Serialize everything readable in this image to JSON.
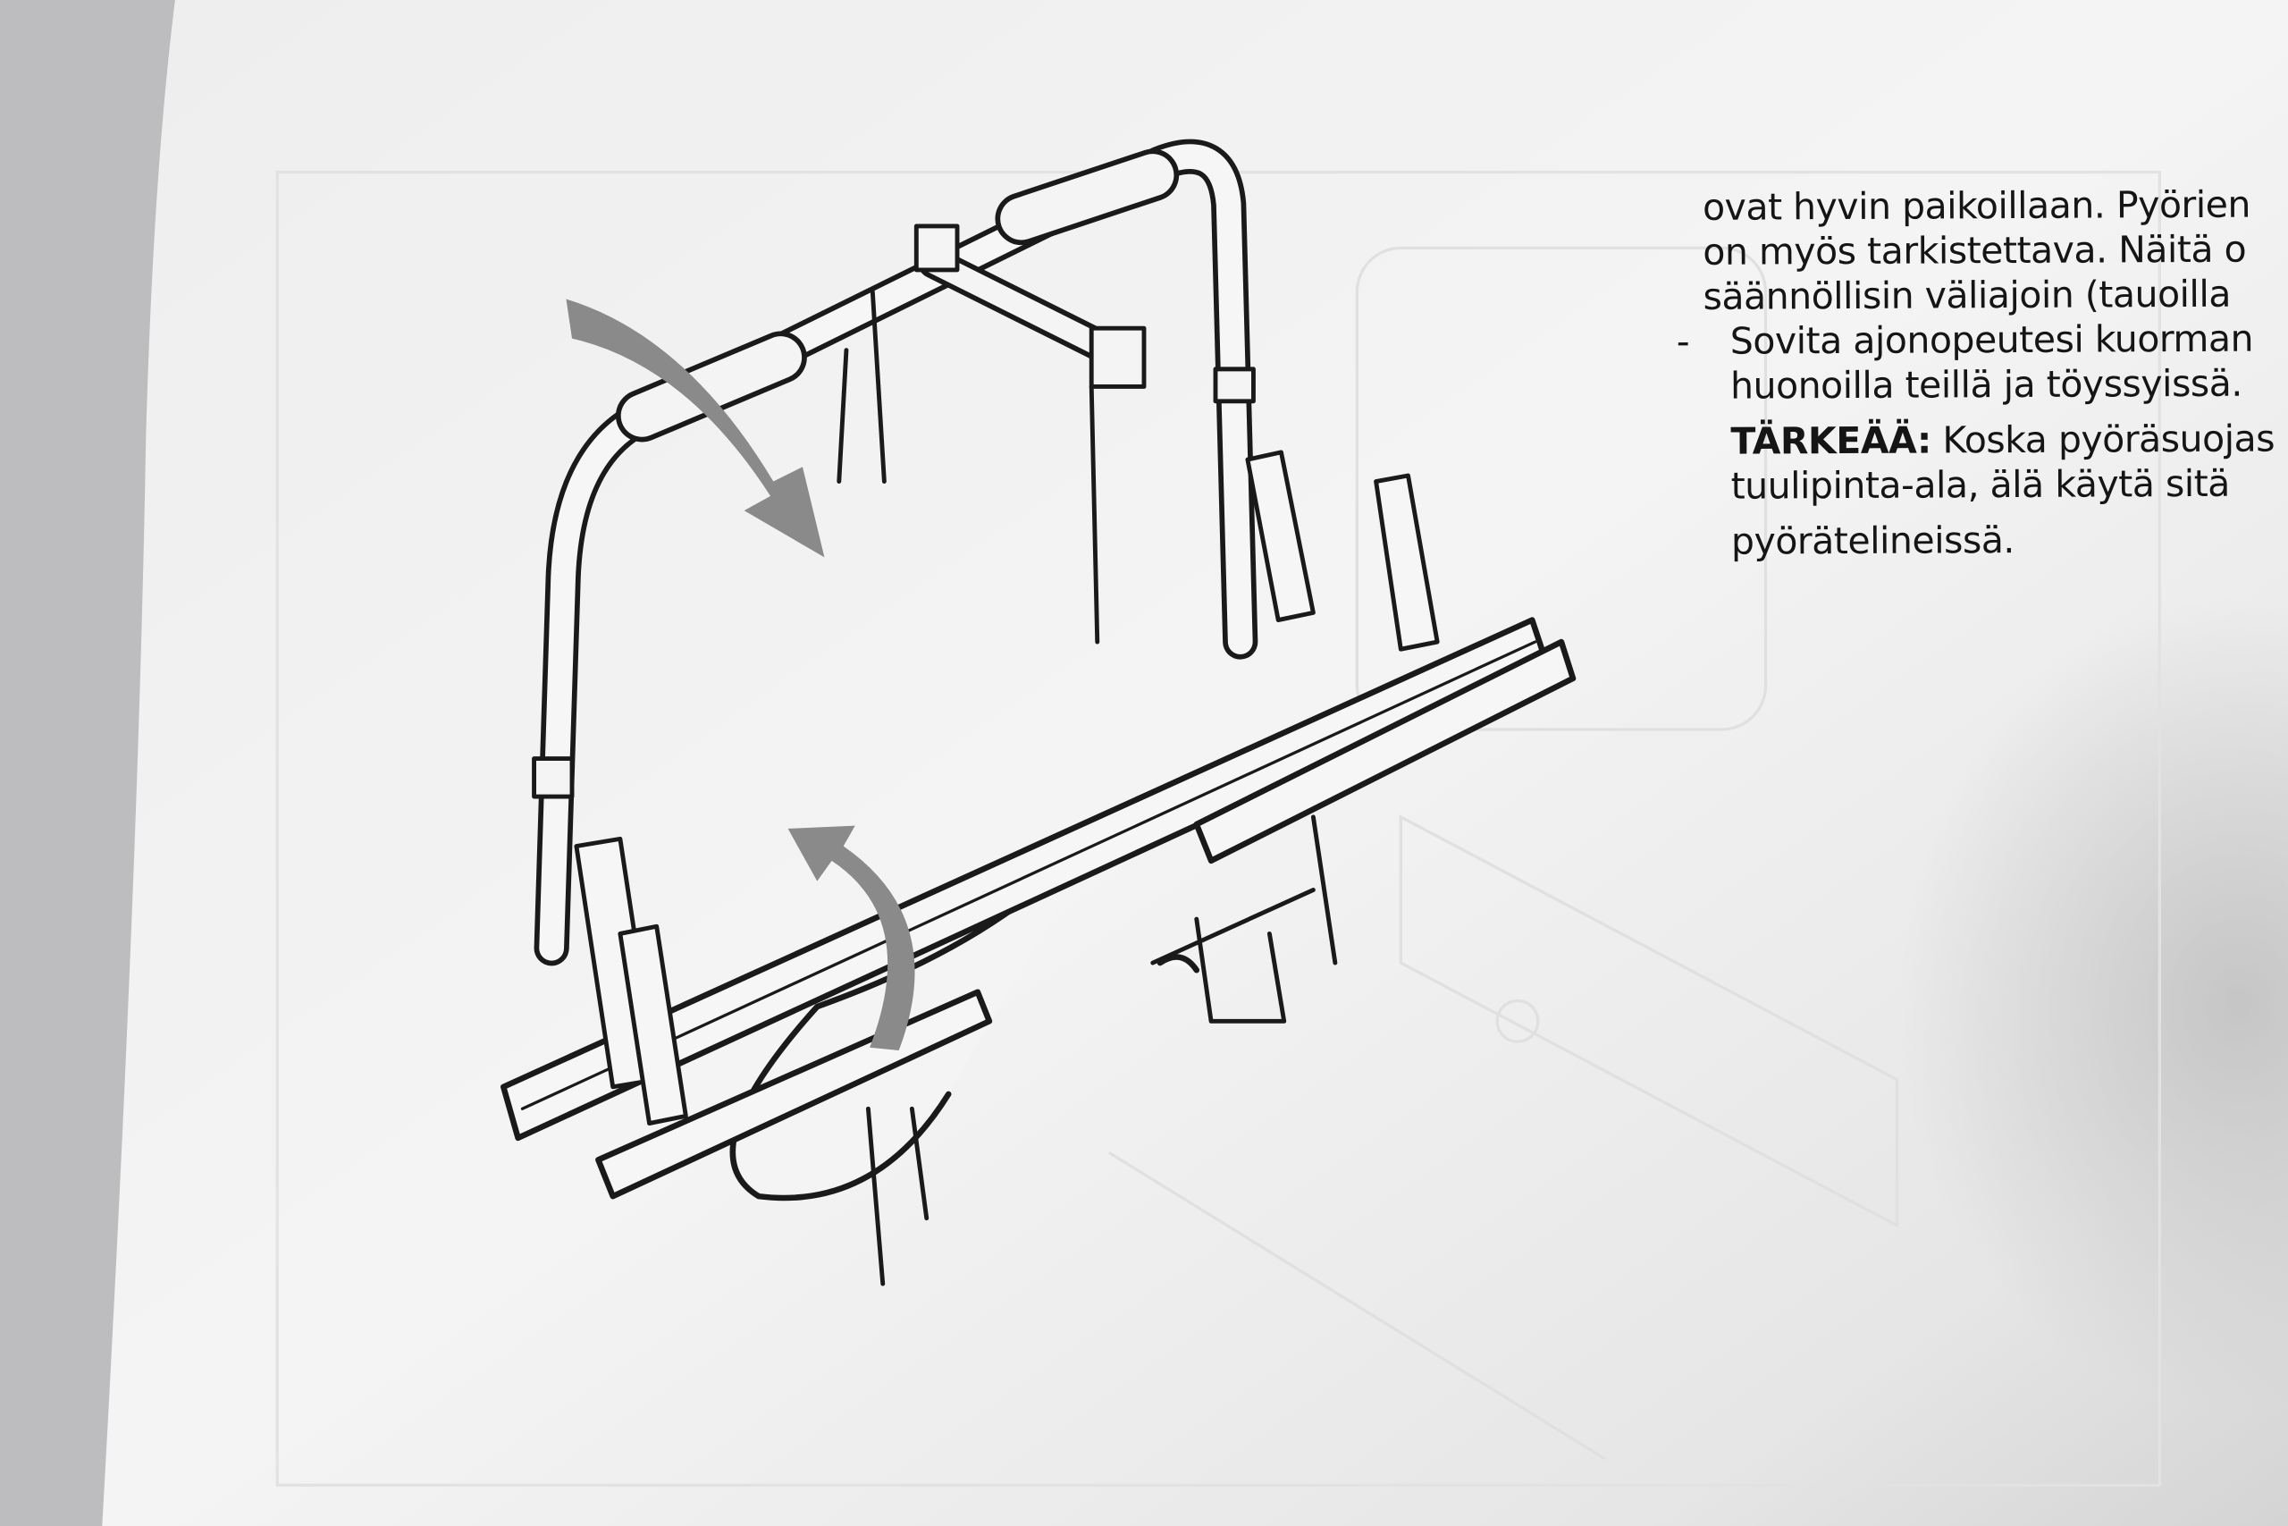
{
  "illustration": {
    "subject": "bike-carrier-folding-diagram",
    "arrow_color": "#8a8a8a",
    "line_color": "#1a1a1a"
  },
  "text": {
    "lines": [
      "ovat hyvin paikoillaan. Pyörien",
      "on myös tarkistettava. Näitä o",
      "säännöllisin väliajoin (tauoilla"
    ],
    "bullet_marker": "-",
    "bullet_lines": [
      "Sovita ajonopeutesi kuorman",
      "huonoilla teillä ja töyssyissä."
    ],
    "important_label": "TÄRKEÄÄ:",
    "important_lines": [
      " Koska pyöräsuojas",
      "tuulipinta-ala, älä käytä sitä",
      "pyörätelineissä."
    ]
  }
}
